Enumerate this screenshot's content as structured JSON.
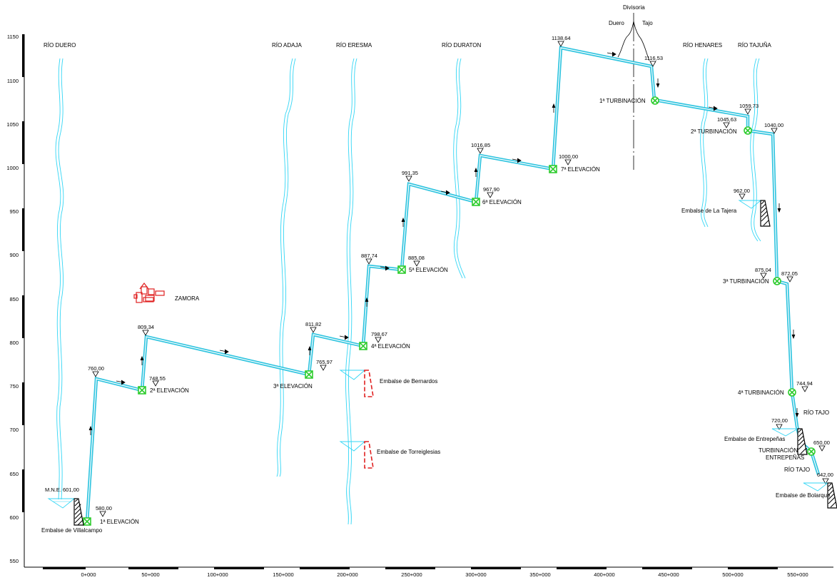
{
  "y_axis": {
    "ticks": [
      "1150",
      "1100",
      "1050",
      "1000",
      "950",
      "900",
      "850",
      "800",
      "750",
      "700",
      "650",
      "600",
      "550"
    ]
  },
  "x_axis": {
    "ticks": [
      "0+000",
      "50+000",
      "100+000",
      "150+000",
      "200+000",
      "250+000",
      "300+000",
      "350+000",
      "400+000",
      "450+000",
      "500+000",
      "550+000"
    ]
  },
  "divide": {
    "title": "Divisoria",
    "left": "Duero",
    "right": "Tajo"
  },
  "rivers": {
    "duero": "RÍO DUERO",
    "adaja": "RÍO ADAJA",
    "eresma": "RÍO ERESMA",
    "duraton": "RÍO DURATON",
    "henares": "RÍO HENARES",
    "tajuna": "RÍO TAJUÑA",
    "tajo1": "RÍO TAJO",
    "tajo2": "RÍO TAJO"
  },
  "city": {
    "name": "ZAMORA",
    "color": "#e02020"
  },
  "elevations": {
    "e601": "601,00",
    "mne": "M.N.E.",
    "e580": "580,00",
    "e760": "760,00",
    "e748": "748,55",
    "e809": "809,34",
    "e765": "765,97",
    "e811": "811,82",
    "e798": "798,67",
    "e887": "887,74",
    "e885": "885,08",
    "e991": "991,35",
    "e967": "967,90",
    "e1016": "1016,85",
    "e1000": "1000,00",
    "e1138": "1138,64",
    "e1116": "1116,53",
    "e1059": "1059,73",
    "e1045": "1045,63",
    "e1040": "1040,00",
    "e962": "962,00",
    "e875": "875,04",
    "e872": "872,05",
    "e744": "744,94",
    "e720": "720,00",
    "e650": "650,00",
    "e642": "642,00"
  },
  "stations": {
    "el1": "1ª ELEVACIÓN",
    "el2": "2ª ELEVACIÓN",
    "el3": "3ª ELEVACIÓN",
    "el4": "4ª ELEVACIÓN",
    "el5": "5ª ELEVACIÓN",
    "el6": "6ª ELEVACIÓN",
    "el7": "7ª ELEVACIÓN",
    "tu1": "1ª TURBINACIÓN",
    "tu2": "2ª TURBINACIÓN",
    "tu3": "3ª TURBINACIÓN",
    "tu4": "4ª TURBINACIÓN",
    "tu5a": "TURBINACIÓN DE",
    "tu5b": "ENTREPEÑAS"
  },
  "reservoirs": {
    "villalcampo": "Embalse de Villalcampo",
    "bernardos": "Embalse de Bernardos",
    "torreiglesias": "Embalse de Torreiglesias",
    "tajera": "Embalse de La Tajera",
    "entrepenas": "Embalse de Entrepeñas",
    "bolarque": "Embalse de Bolarque"
  },
  "colors": {
    "pipe": "#2fc4df",
    "river": "#33d6f5",
    "pump_station": "#2ecc2e",
    "turbine_station": "#2ecc2e",
    "new_dam": "#e02020"
  }
}
